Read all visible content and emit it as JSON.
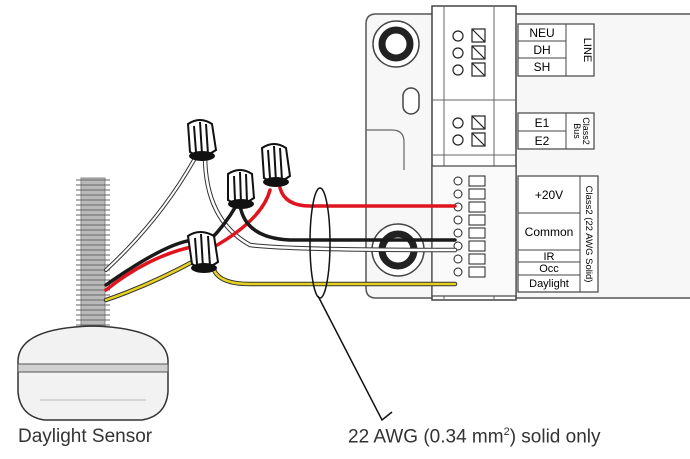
{
  "captions": {
    "sensor": "Daylight Sensor",
    "wire_prefix": "22 AWG (0.34 mm",
    "wire_sup": "2",
    "wire_suffix": ") solid only"
  },
  "terminal_labels": {
    "line_group": [
      "NEU",
      "DH",
      "SH"
    ],
    "line_title": "LINE",
    "bus_group": [
      "E1",
      "E2"
    ],
    "bus_title_1": "Class2",
    "bus_title_2": "Bus",
    "sensor_group": [
      "+20V",
      "Common",
      "IR",
      "Occ",
      "Daylight"
    ],
    "sensor_title": "Class2 (22 AWG Solid)"
  },
  "wire_colors": {
    "red": "#e0141e",
    "black": "#1a1a1a",
    "white": "#ffffff",
    "yellow": "#e6d21e"
  }
}
